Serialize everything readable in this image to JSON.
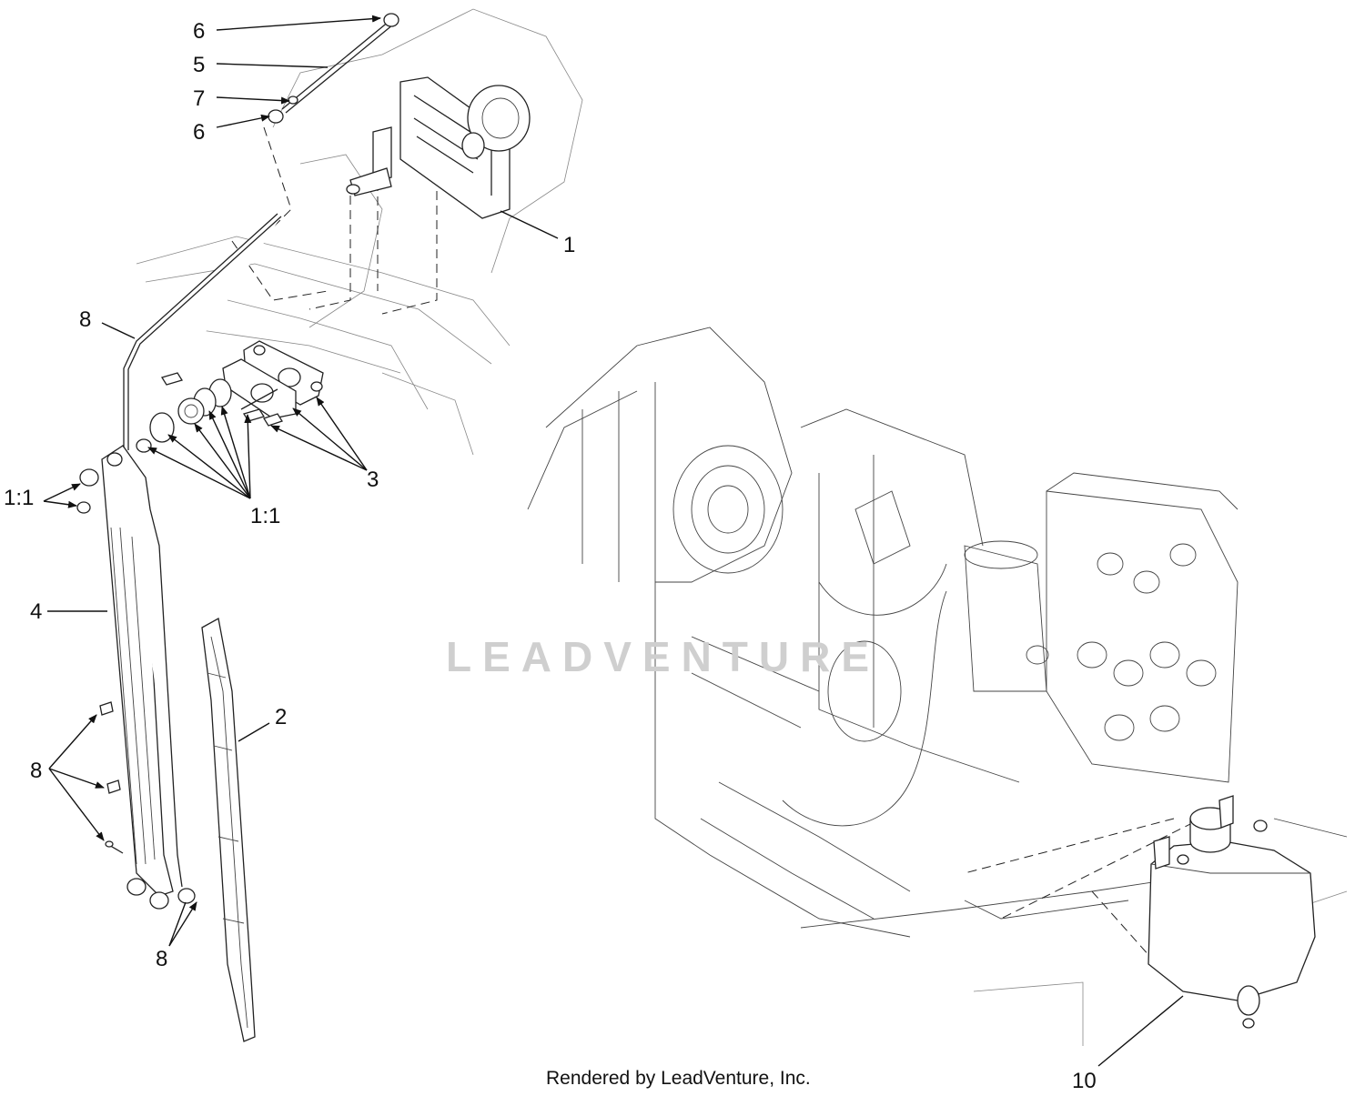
{
  "callouts": {
    "c1": "1",
    "c2": "2",
    "c3": "3",
    "c4": "4",
    "c5": "5",
    "c6a": "6",
    "c6b": "6",
    "c7": "7",
    "c8a": "8",
    "c8b": "8",
    "c8c": "8",
    "c10": "10",
    "c11a": "1:1",
    "c11b": "1:1"
  },
  "watermark": "LEADVENTURE",
  "footer": "Rendered by LeadVenture, Inc."
}
